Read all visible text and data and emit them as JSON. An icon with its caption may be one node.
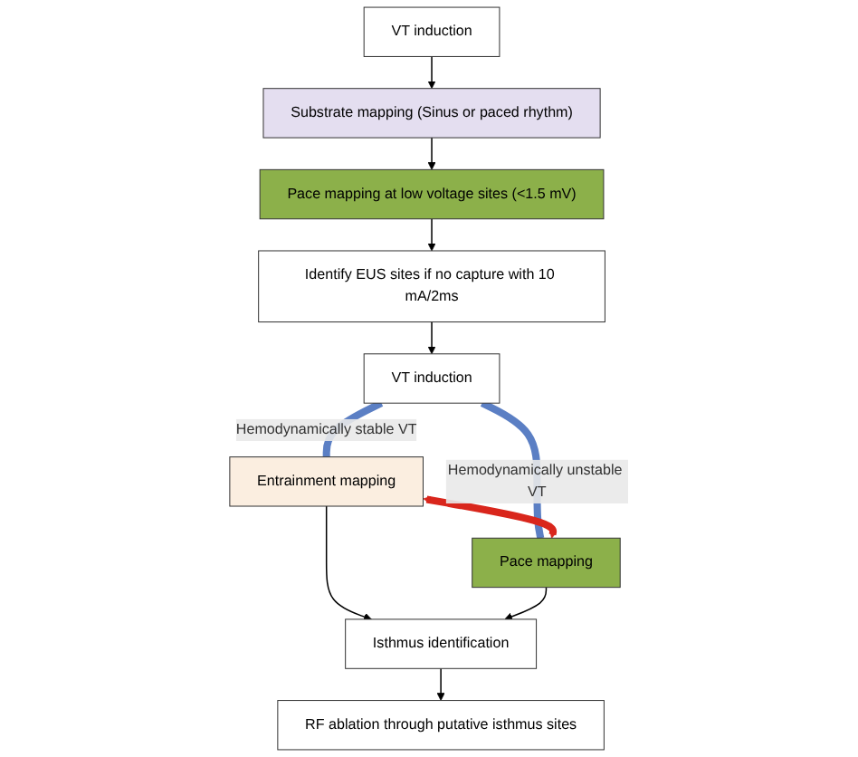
{
  "diagram": {
    "nodes": [
      {
        "text": [
          "VT induction"
        ]
      },
      {
        "text": [
          "Substrate mapping (Sinus or paced rhythm)"
        ]
      },
      {
        "text": [
          "Pace mapping at low voltage sites (<1.5 mV)"
        ]
      },
      {
        "text": [
          "Identify EUS sites if no capture with 10 mA/2ms"
        ]
      },
      {
        "text": [
          "VT induction"
        ]
      },
      {
        "text": [
          "Entrainment mapping"
        ]
      },
      {
        "text": [
          "Pace mapping"
        ]
      },
      {
        "text": [
          "Isthmus identification"
        ]
      },
      {
        "text": [
          "RF ablation through putative isthmus sites"
        ]
      }
    ],
    "edges": [
      {
        "from": 0,
        "to": 1,
        "arrow": "to"
      },
      {
        "from": 1,
        "to": 2,
        "arrow": "to"
      },
      {
        "from": 2,
        "to": 3,
        "arrow": "to"
      },
      {
        "from": 3,
        "to": 4,
        "arrow": "to"
      },
      {
        "from": 4,
        "to": 5,
        "arrow": "none",
        "label": "Hemodynamically stable VT",
        "style": "thick",
        "color": "#5b7fc4"
      },
      {
        "from": 4,
        "to": 6,
        "arrow": "none",
        "label": "Hemodynamically unstable VT",
        "style": "thick",
        "color": "#5b7fc4"
      },
      {
        "from": 5,
        "to": 6,
        "arrow": "both",
        "style": "thick",
        "color": "#d9261c"
      },
      {
        "from": 5,
        "to": 7,
        "arrow": "to"
      },
      {
        "from": 6,
        "to": 7,
        "arrow": "to"
      },
      {
        "from": 7,
        "to": 8,
        "arrow": "to"
      }
    ]
  }
}
